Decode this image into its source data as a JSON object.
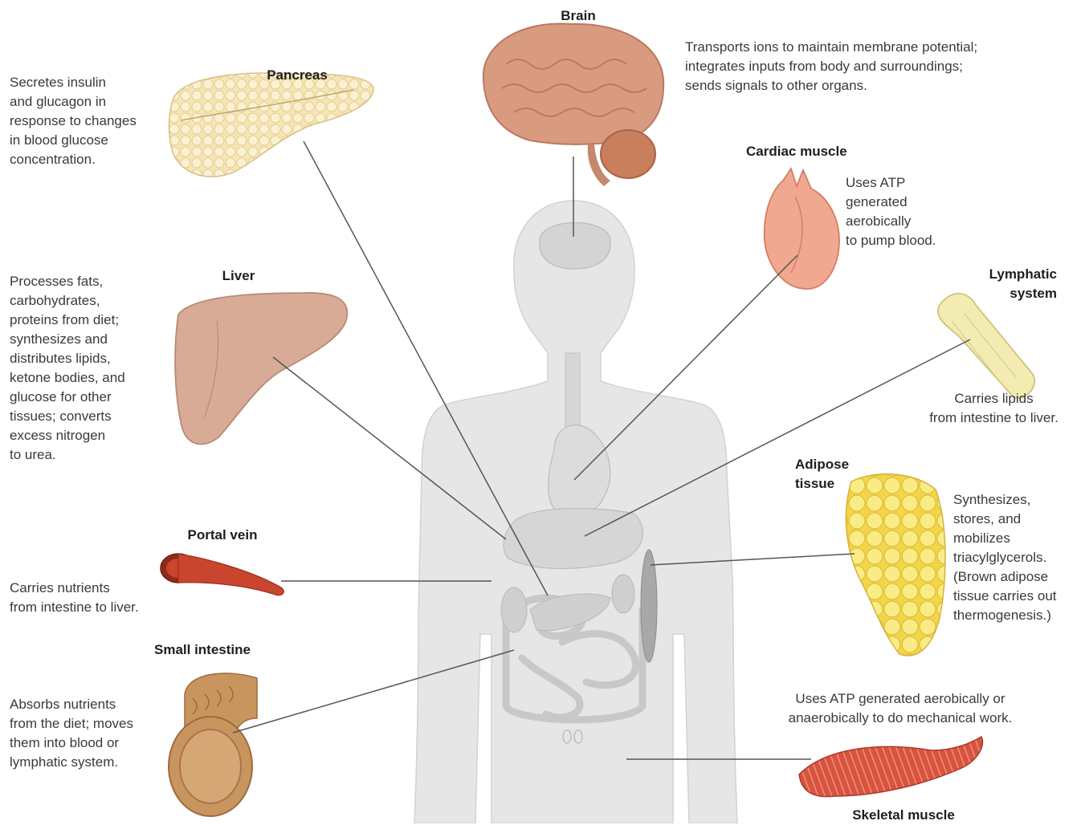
{
  "organs": {
    "brain": {
      "label": "Brain",
      "desc": "Transports ions to maintain membrane potential;\nintegrates inputs from body and surroundings;\nsends signals to other organs."
    },
    "pancreas": {
      "label": "Pancreas",
      "desc": "Secretes insulin\nand glucagon in\nresponse to changes\nin blood glucose\nconcentration."
    },
    "cardiac": {
      "label": "Cardiac muscle",
      "desc": "Uses ATP\ngenerated\naerobically\nto pump blood."
    },
    "liver": {
      "label": "Liver",
      "desc": "Processes fats,\ncarbohydrates,\nproteins from diet;\nsynthesizes and\ndistributes lipids,\nketone bodies, and\nglucose for other\ntissues; converts\nexcess nitrogen\nto urea."
    },
    "lymphatic": {
      "label": "Lymphatic\nsystem",
      "desc": "Carries lipids\nfrom intestine to liver."
    },
    "adipose": {
      "label": "Adipose\ntissue",
      "desc": "Synthesizes,\nstores, and\nmobilizes\ntriacylglycerols.\n(Brown adipose\ntissue carries out\nthermogenesis.)"
    },
    "portal": {
      "label": "Portal vein",
      "desc": "Carries nutrients\nfrom intestine to liver."
    },
    "intestine": {
      "label": "Small intestine",
      "desc": "Absorbs nutrients\nfrom the diet; moves\nthem into blood or\nlymphatic system."
    },
    "skeletal": {
      "label": "Skeletal muscle",
      "desc": "Uses ATP generated aerobically or\nanaerobically to do mechanical work."
    }
  },
  "colors": {
    "body": "#e6e6e6",
    "brain": "#d99b80",
    "pancreas": "#f6e6b6",
    "liver": "#d8ab97",
    "heart": "#f0a890",
    "fat": "#f6e06a",
    "muscle": "#d9533f",
    "vein": "#c9452e",
    "intestine": "#c9955f",
    "lymph": "#f3ecb2",
    "leader": "#555555"
  }
}
